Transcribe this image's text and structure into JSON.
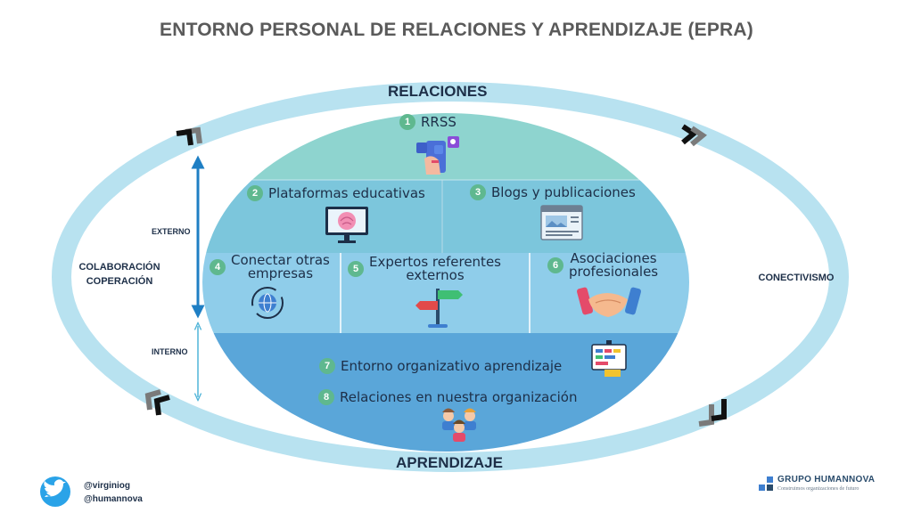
{
  "title": "ENTORNO PERSONAL DE RELACIONES Y APRENDIZAJE (EPRA)",
  "ring": {
    "top": "RELACIONES",
    "bottom": "APRENDIZAJE",
    "left": [
      "COLABORACIÓN",
      "COPERACIÓN"
    ],
    "right": "CONECTIVISMO"
  },
  "axis": {
    "upper": "EXTERNO",
    "lower": "INTERNO"
  },
  "items": [
    {
      "n": "1",
      "label": "RRSS",
      "icon": "social-media-phone-icon"
    },
    {
      "n": "2",
      "label": "Plataformas educativas",
      "icon": "brain-monitor-icon"
    },
    {
      "n": "3",
      "label": "Blogs y publicaciones",
      "icon": "browser-window-icon"
    },
    {
      "n": "4",
      "label": [
        "Conectar otras",
        "empresas"
      ],
      "icon": "globe-sync-icon"
    },
    {
      "n": "5",
      "label": [
        "Expertos referentes",
        "externos"
      ],
      "icon": "signpost-icon"
    },
    {
      "n": "6",
      "label": [
        "Asociaciones",
        "profesionales"
      ],
      "icon": "handshake-icon"
    },
    {
      "n": "7",
      "label": "Entorno organizativo aprendizaje",
      "icon": "presentation-board-icon"
    },
    {
      "n": "8",
      "label": "Relaciones en nuestra organización",
      "icon": "team-people-icon"
    }
  ],
  "colors": {
    "ring": "#b8e2f0",
    "band1": "#8ed4cf",
    "band2": "#7cc6dc",
    "band3": "#8fcdea",
    "band4": "#5aa6d9",
    "badge": "#5fb88f",
    "arrow": "#1f7fc4"
  },
  "footer": {
    "handles": [
      "@virginiog",
      "@humannova"
    ],
    "twitter_icon": "twitter-bird-icon",
    "brand_name": "GRUPO HUMANNOVA",
    "brand_tagline": "Construimos organizaciones de futuro"
  }
}
